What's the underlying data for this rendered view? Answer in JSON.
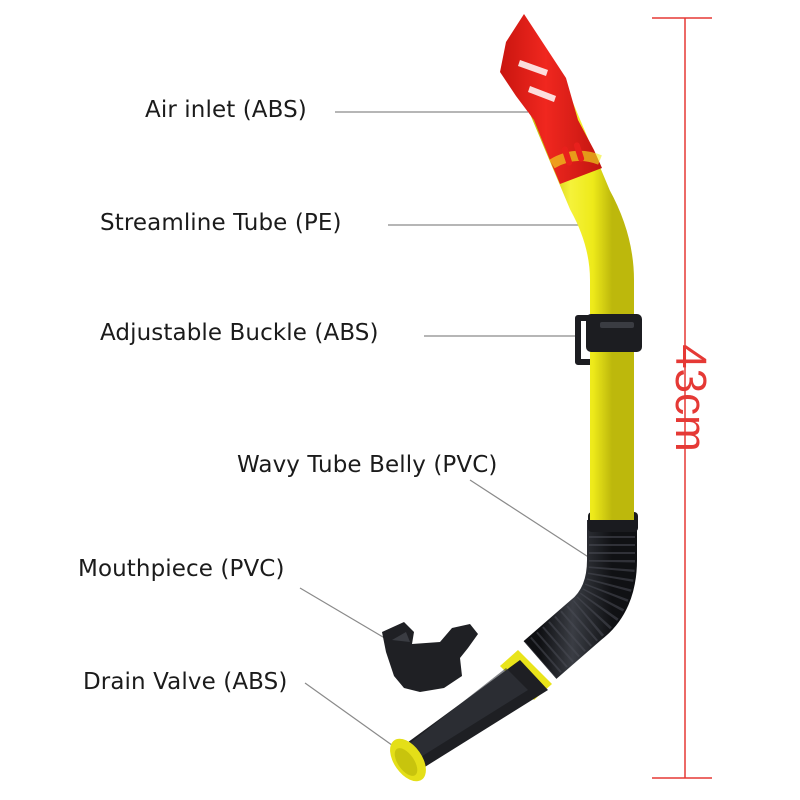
{
  "labels": {
    "air_inlet": "Air inlet (ABS)",
    "streamline_tube": "Streamline Tube (PE)",
    "adjustable_buckle": "Adjustable Buckle (ABS)",
    "wavy_tube_belly": "Wavy Tube Belly (PVC)",
    "mouthpiece": "Mouthpiece (PVC)",
    "drain_valve": "Drain Valve (ABS)"
  },
  "dimension": {
    "length": "43cm"
  },
  "colors": {
    "tube_yellow": "#f2ef1c",
    "air_inlet_red": "#e8201c",
    "tube_black": "#1c1e22",
    "dimension_red": "#e53935",
    "leader_gray": "#8a8a8a"
  }
}
